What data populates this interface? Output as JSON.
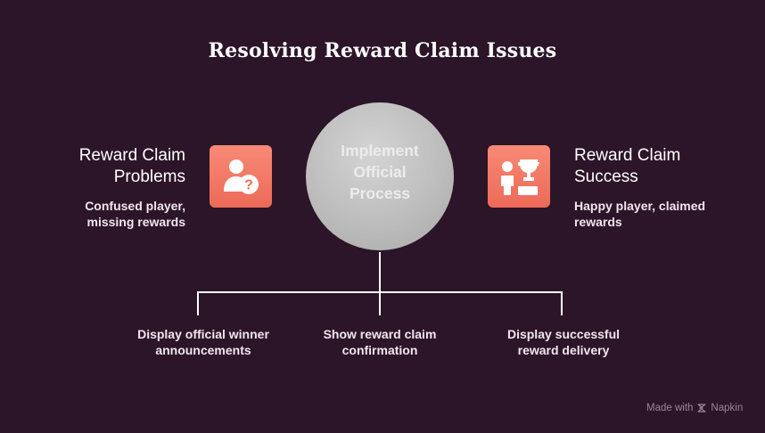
{
  "title": "Resolving Reward Claim Issues",
  "left": {
    "title": "Reward Claim\nProblems",
    "description": "Confused player,\nmissing rewards",
    "icon": "user-question-icon"
  },
  "center": {
    "label": "Implement\nOfficial\nProcess"
  },
  "right": {
    "title": "Reward Claim\nSuccess",
    "description": "Happy player, claimed\nrewards",
    "icon": "person-trophy-icon"
  },
  "branches": [
    "Display official winner\nannouncements",
    "Show reward claim\nconfirmation",
    "Display successful\nreward delivery"
  ],
  "footer": {
    "made_with": "Made with",
    "brand": "Napkin"
  },
  "colors": {
    "background": "#2c1528",
    "icon_accent": "#f07a66",
    "circle": "#c4c4c4",
    "connector": "#ffffff"
  }
}
